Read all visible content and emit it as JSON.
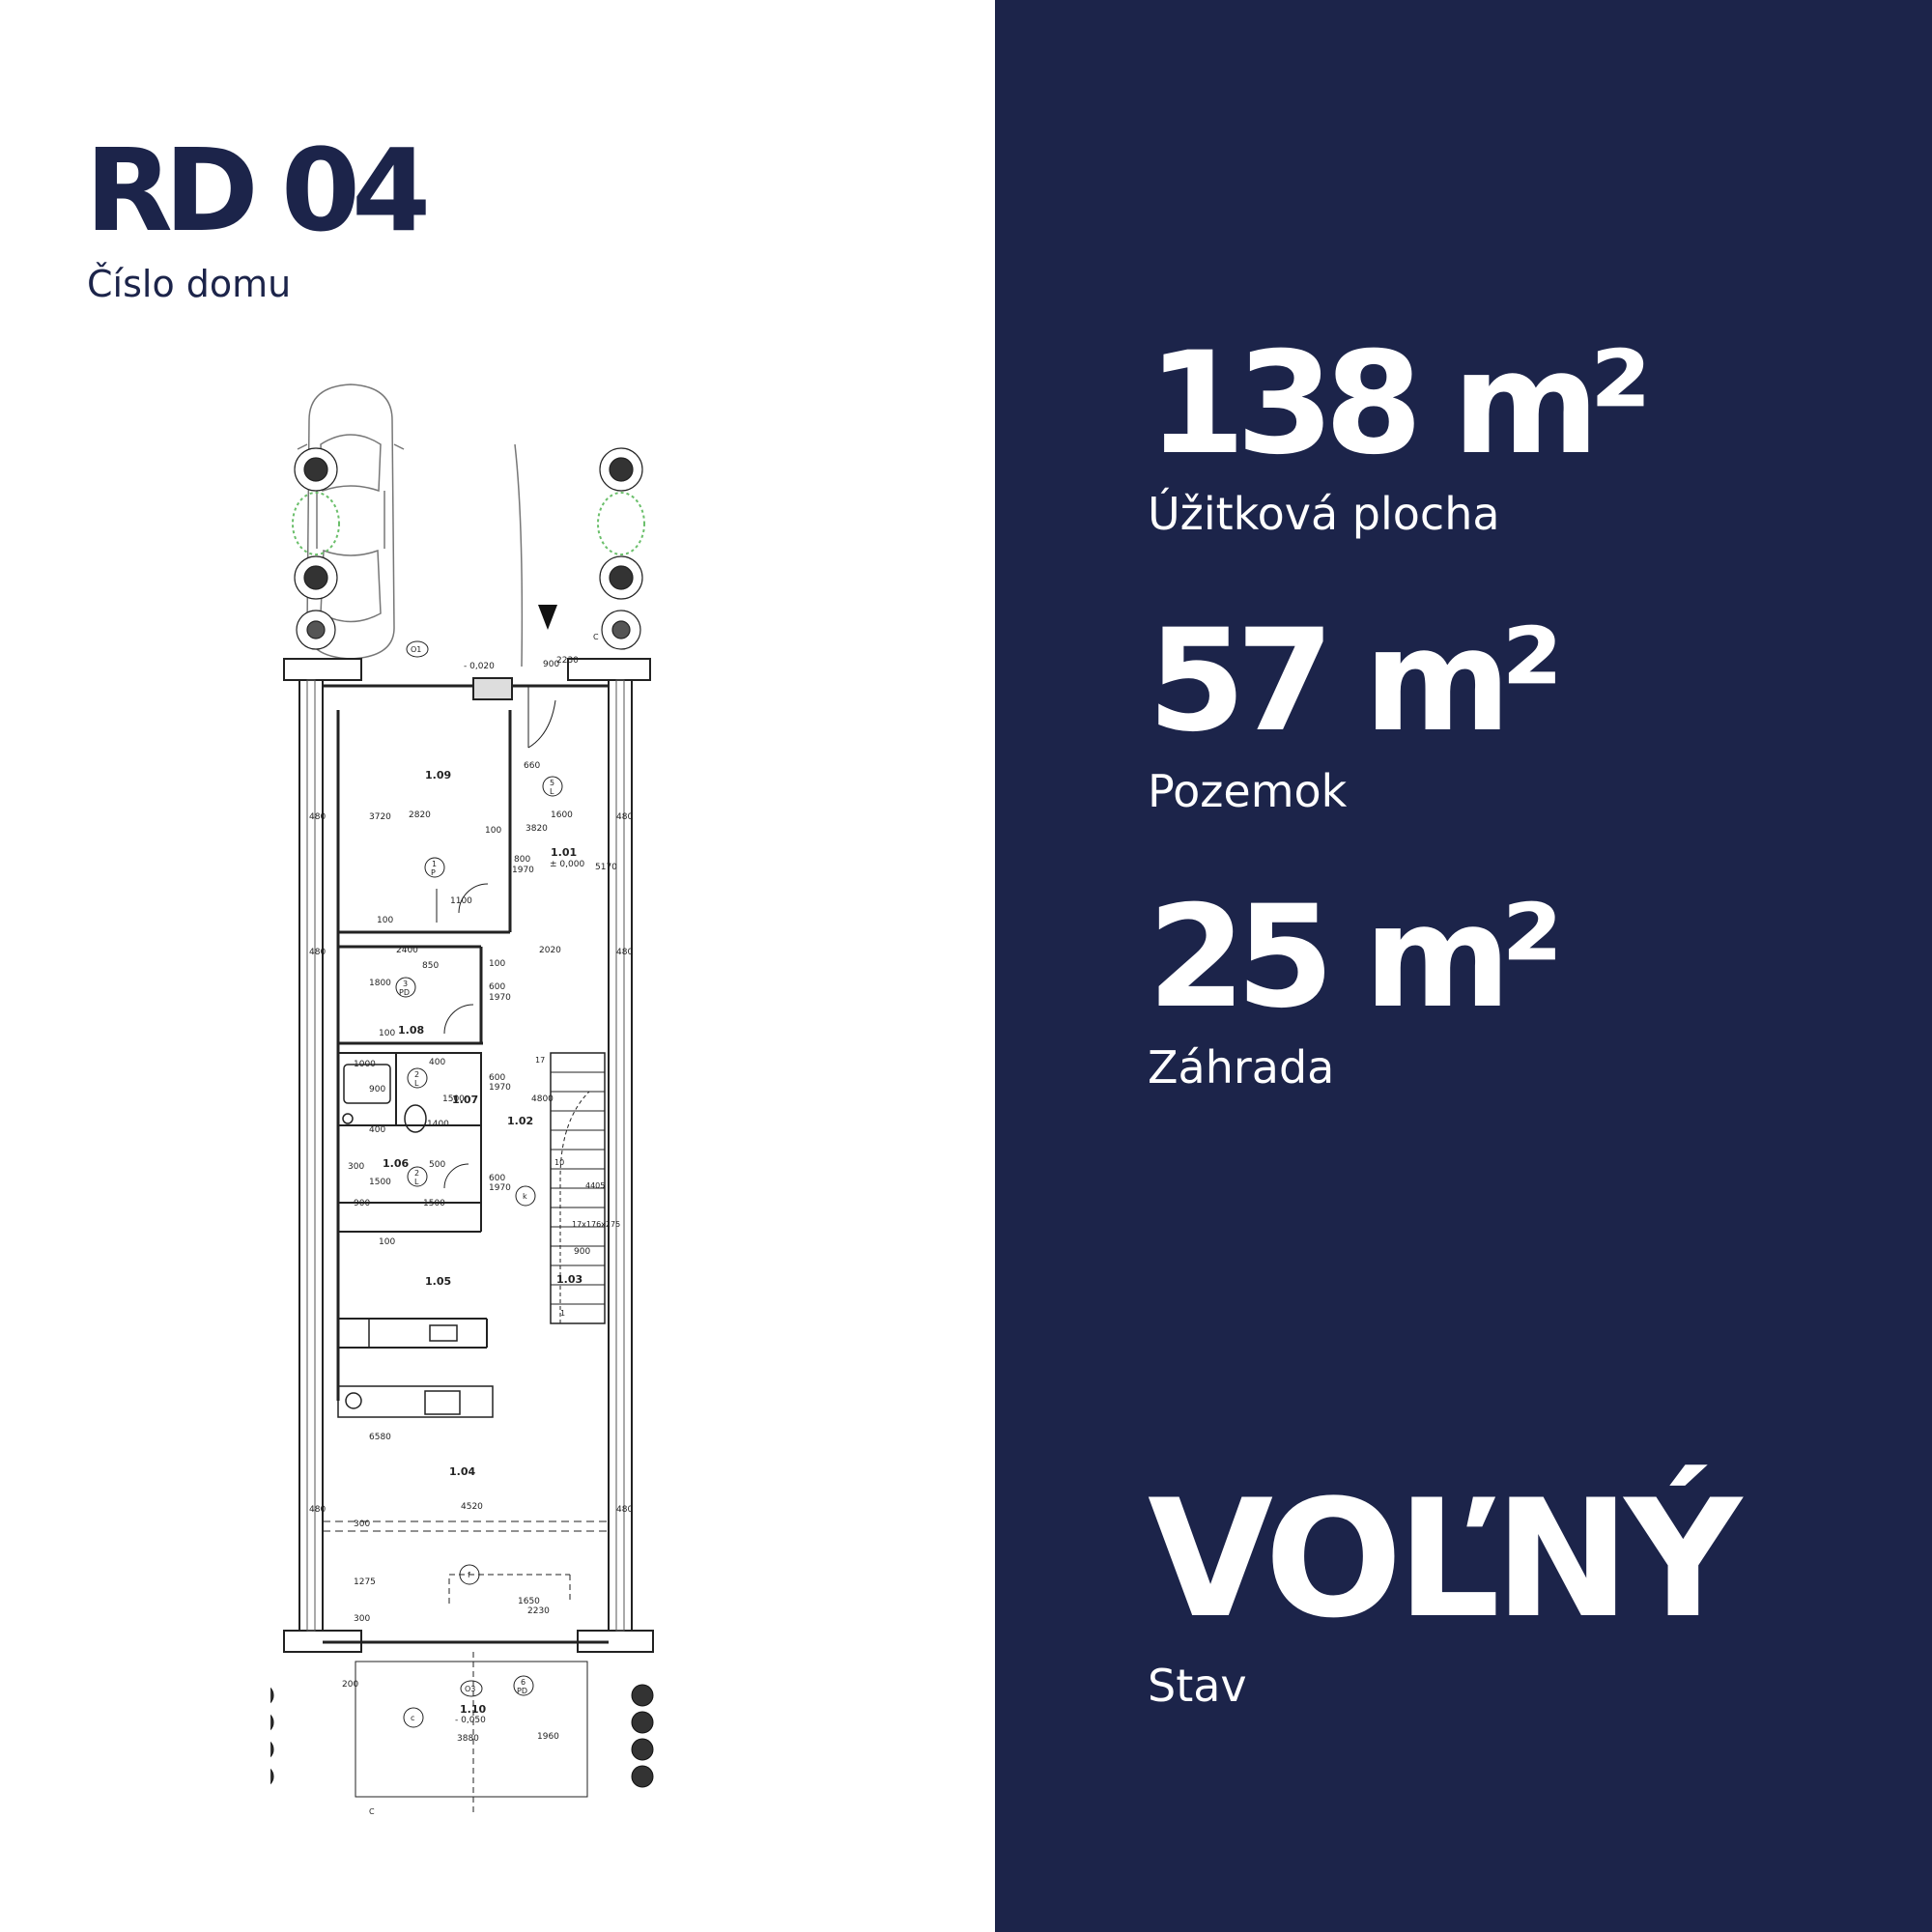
{
  "house": {
    "number": "RD 04",
    "label": "Číslo domu"
  },
  "stats": [
    {
      "value": "138 m²",
      "label": "Úžitková plocha"
    },
    {
      "value": "57 m²",
      "label": "Pozemok"
    },
    {
      "value": "25 m²",
      "label": "Záhrada"
    }
  ],
  "status": {
    "value": "VOĽNÝ",
    "label": "Stav"
  },
  "plan": {
    "rooms": {
      "r109": "1.09",
      "r101": "1.01",
      "r108": "1.08",
      "r107": "1.07",
      "r102": "1.02",
      "r106": "1.06",
      "r105": "1.05",
      "r103": "1.03",
      "r104": "1.04",
      "r110": "1.10"
    },
    "levels": {
      "entry": "- 0,020",
      "floor": "± 0,000",
      "terrace": "- 0,050"
    },
    "dims": {
      "d480a": "480",
      "d480b": "480",
      "d480c": "480",
      "d480d": "480",
      "d480e": "480",
      "d480f": "480",
      "d2820": "2820",
      "d3720": "3720",
      "d100a": "100",
      "d660": "660",
      "d3820": "3820",
      "d1600": "1600",
      "d800": "800",
      "d1970a": "1970",
      "d5170": "5170",
      "d1100": "1100",
      "d100b": "100",
      "d2400": "2400",
      "d2020": "2020",
      "d100c": "100",
      "d850": "850",
      "d1800": "1800",
      "d600a": "600",
      "d1970b": "1970",
      "d100d": "100",
      "d1000": "1000",
      "d900a": "900",
      "d400a": "400",
      "d1500a": "1500",
      "d600b": "600",
      "d1970c": "1970",
      "d1400": "1400",
      "d4800": "4800",
      "d400b": "400",
      "d300a": "300",
      "d500": "500",
      "d1500b": "1500",
      "d600c": "600",
      "d1970d": "1970",
      "d900b": "900",
      "d1500c": "1500",
      "d100e": "100",
      "d900c": "900",
      "d6580": "6580",
      "d4520": "4520",
      "d300b": "300",
      "d1275": "1275",
      "d300c": "300",
      "d1650": "1650",
      "d2230a": "2230",
      "d200": "200",
      "d1960": "1960",
      "d3880": "3880",
      "d900d": "900",
      "d2230b": "2230"
    },
    "stair": {
      "top": "17",
      "mid": "10",
      "bottom": "1",
      "spec": "17x176x275",
      "run": "4405"
    },
    "doors": {
      "p1": "1",
      "p1b": "P",
      "p3": "3",
      "p3b": "PD",
      "p2a": "2",
      "p2ab": "L",
      "p2b": "2",
      "p2bb": "L",
      "p5": "5",
      "p5b": "L",
      "p6": "6",
      "p6b": "PD"
    },
    "windows": {
      "o1": "O1",
      "o3": "O3"
    },
    "marks": {
      "k": "k",
      "f": "f",
      "c": "c",
      "sectionTop": "C",
      "sectionBottom": "C"
    }
  }
}
